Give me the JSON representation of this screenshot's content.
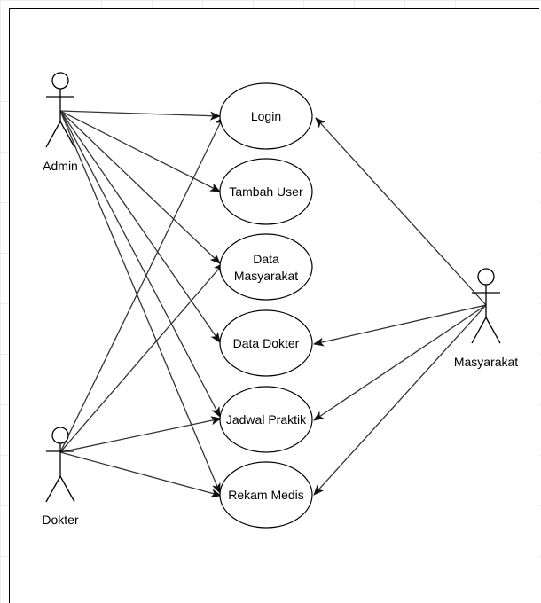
{
  "actors": {
    "admin": "Admin",
    "dokter": "Dokter",
    "masyarakat": "Masyarakat"
  },
  "use_cases": {
    "login": "Login",
    "tambah_user": "Tambah User",
    "data_masyarakat_line1": "Data",
    "data_masyarakat_line2": "Masyarakat",
    "data_dokter": "Data Dokter",
    "jadwal_praktik": "Jadwal Praktik",
    "rekam_medis": "Rekam Medis"
  },
  "colors": {
    "line": "#333333",
    "outline": "#000000",
    "fill": "#ffffff"
  }
}
